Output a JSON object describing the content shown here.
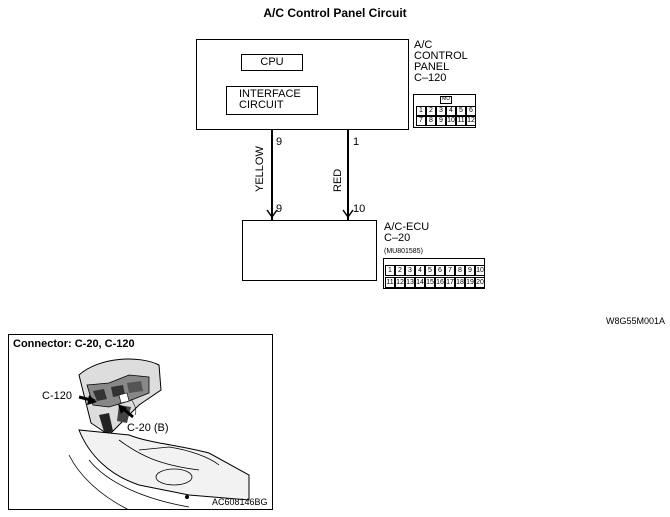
{
  "title": "A/C Control Panel Circuit",
  "control_panel": {
    "cpu": "CPU",
    "interface_line1": "INTERFACE",
    "interface_line2": "CIRCUIT",
    "name_line1": "A/C",
    "name_line2": "CONTROL",
    "name_line3": "PANEL",
    "connector": "C–120",
    "connector_label": "MU",
    "pins_row1": [
      "1",
      "2",
      "3",
      "4",
      "5",
      "6"
    ],
    "pins_row2": [
      "7",
      "8",
      "9",
      "10",
      "11",
      "12"
    ]
  },
  "wires": [
    {
      "color": "YELLOW",
      "top_pin": "9",
      "bottom_pin": "9"
    },
    {
      "color": "RED",
      "top_pin": "1",
      "bottom_pin": "10"
    }
  ],
  "ecu": {
    "name": "A/C-ECU",
    "connector": "C–20",
    "part_number": "(MU801585)",
    "pins_row1": [
      "1",
      "2",
      "3",
      "4",
      "5",
      "6",
      "7",
      "8",
      "9",
      "10"
    ],
    "pins_row2": [
      "11",
      "12",
      "13",
      "14",
      "15",
      "16",
      "17",
      "18",
      "19",
      "20"
    ]
  },
  "diagram_code": "W8G55M001A",
  "connector_panel": {
    "heading": "Connector: C-20, C-120",
    "label_c120": "C-120",
    "label_c20": "C-20 (B)",
    "photo_code": "AC608146BG"
  }
}
